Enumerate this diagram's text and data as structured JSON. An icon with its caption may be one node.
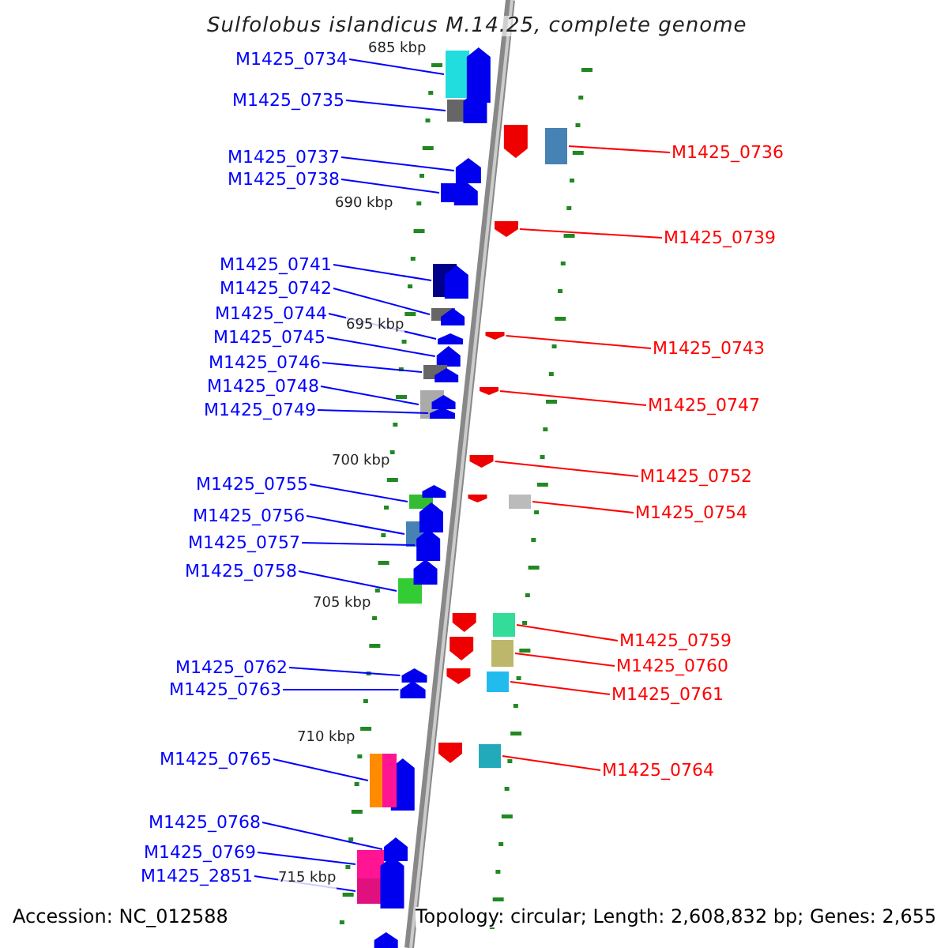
{
  "diagram": {
    "title": "Sulfolobus islandicus M.14.25, complete genome",
    "nodes": [
      {
        "text": [
          "M1425_0734"
        ]
      },
      {
        "text": [
          "M1425_0735"
        ]
      },
      {
        "text": [
          "M1425_0737"
        ]
      },
      {
        "text": [
          "M1425_0738"
        ]
      },
      {
        "text": [
          "M1425_0741"
        ]
      },
      {
        "text": [
          "M1425_0742"
        ]
      },
      {
        "text": [
          "M1425_0744"
        ]
      },
      {
        "text": [
          "M1425_0745"
        ]
      },
      {
        "text": [
          "M1425_0746"
        ]
      },
      {
        "text": [
          "M1425_0748"
        ]
      },
      {
        "text": [
          "M1425_0749"
        ]
      },
      {
        "text": [
          "M1425_0755"
        ]
      },
      {
        "text": [
          "M1425_0756"
        ]
      },
      {
        "text": [
          "M1425_0757"
        ]
      },
      {
        "text": [
          "M1425_0758"
        ]
      },
      {
        "text": [
          "M1425_0762"
        ]
      },
      {
        "text": [
          "M1425_0763"
        ]
      },
      {
        "text": [
          "M1425_0765"
        ]
      },
      {
        "text": [
          "M1425_0768"
        ]
      },
      {
        "text": [
          "M1425_0769"
        ]
      },
      {
        "text": [
          "M1425_2851"
        ]
      },
      {
        "text": [
          "M1425_0736"
        ]
      },
      {
        "text": [
          "M1425_0739"
        ]
      },
      {
        "text": [
          "M1425_0743"
        ]
      },
      {
        "text": [
          "M1425_0747"
        ]
      },
      {
        "text": [
          "M1425_0752"
        ]
      },
      {
        "text": [
          "M1425_0754"
        ]
      },
      {
        "text": [
          "M1425_0759"
        ]
      },
      {
        "text": [
          "M1425_0760"
        ]
      },
      {
        "text": [
          "M1425_0761"
        ]
      },
      {
        "text": [
          "M1425_0764"
        ]
      },
      {
        "text": [],
        "shape": "box"
      },
      {
        "text": [],
        "shape": "box"
      },
      {
        "text": [],
        "shape": "pentagon"
      },
      {
        "text": [],
        "shape": "box"
      },
      {
        "text": [],
        "shape": "box"
      },
      {
        "text": [],
        "shape": "box"
      },
      {
        "text": [],
        "shape": "pentagon"
      },
      {
        "text": [],
        "shape": "pentagon"
      },
      {
        "text": [],
        "shape": "box"
      },
      {
        "text": [],
        "shape": "box"
      },
      {
        "text": [],
        "shape": "pentagon"
      },
      {
        "text": [],
        "shape": "box"
      },
      {
        "text": [],
        "shape": "box"
      },
      {
        "text": [],
        "shape": "pentagon"
      },
      {
        "text": [],
        "shape": "box"
      },
      {
        "text": [],
        "shape": "pentagon"
      },
      {
        "text": [],
        "shape": "pentagon"
      },
      {
        "text": [],
        "shape": "box"
      },
      {
        "text": [],
        "shape": "pentagon"
      },
      {
        "text": [],
        "shape": "box"
      },
      {
        "text": [],
        "shape": "box"
      },
      {
        "text": [],
        "shape": "box"
      },
      {
        "text": [],
        "shape": "pentagon"
      },
      {
        "text": [],
        "shape": "pentagon"
      },
      {
        "text": [],
        "shape": "pentagon"
      },
      {
        "text": [],
        "shape": "pentagon"
      },
      {
        "text": [],
        "shape": "box"
      },
      {
        "text": [],
        "shape": "box"
      },
      {
        "text": [],
        "shape": "box"
      },
      {
        "text": [],
        "shape": "box"
      },
      {
        "text": [],
        "shape": "box"
      },
      {
        "text": [],
        "shape": "pentagon"
      },
      {
        "text": [],
        "shape": "pentagon"
      },
      {
        "text": [],
        "shape": "pentagon"
      },
      {
        "text": [],
        "shape": "pentagon"
      },
      {
        "text": [],
        "shape": "pentagon"
      },
      {
        "text": [],
        "shape": "pentagon"
      },
      {
        "text": [],
        "shape": "pentagon"
      },
      {
        "text": [],
        "shape": "pentagon"
      },
      {
        "text": [],
        "shape": "pentagon"
      },
      {
        "text": [],
        "shape": "pentagon"
      },
      {
        "text": [],
        "shape": "pentagon"
      },
      {
        "text": [],
        "shape": "pentagon"
      },
      {
        "text": [],
        "shape": "pentagon"
      },
      {
        "text": [],
        "shape": "pentagon"
      },
      {
        "text": [],
        "shape": "pentagon"
      },
      {
        "text": [],
        "shape": "pentagon"
      },
      {
        "text": [],
        "shape": "pentagon"
      },
      {
        "text": [],
        "shape": "pentagon"
      },
      {
        "text": [],
        "shape": "pentagon"
      },
      {
        "text": [],
        "shape": "box"
      }
    ],
    "edges": [
      {
        "from": 0,
        "to": 31,
        "arrow": "none"
      },
      {
        "from": 1,
        "to": 32,
        "arrow": "none"
      },
      {
        "from": 2,
        "to": 33,
        "arrow": "none"
      },
      {
        "from": 3,
        "to": 34,
        "arrow": "none"
      },
      {
        "from": 4,
        "to": 35,
        "arrow": "none"
      },
      {
        "from": 5,
        "to": 36,
        "arrow": "none"
      },
      {
        "from": 6,
        "to": 37,
        "arrow": "none"
      },
      {
        "from": 7,
        "to": 38,
        "arrow": "none"
      },
      {
        "from": 8,
        "to": 39,
        "arrow": "none"
      },
      {
        "from": 9,
        "to": 40,
        "arrow": "none"
      },
      {
        "from": 10,
        "to": 41,
        "arrow": "none"
      },
      {
        "from": 11,
        "to": 42,
        "arrow": "none"
      },
      {
        "from": 12,
        "to": 43,
        "arrow": "none"
      },
      {
        "from": 13,
        "to": 44,
        "arrow": "none"
      },
      {
        "from": 14,
        "to": 45,
        "arrow": "none"
      },
      {
        "from": 15,
        "to": 46,
        "arrow": "none"
      },
      {
        "from": 16,
        "to": 47,
        "arrow": "none"
      },
      {
        "from": 17,
        "to": 48,
        "arrow": "none"
      },
      {
        "from": 18,
        "to": 49,
        "arrow": "none"
      },
      {
        "from": 19,
        "to": 50,
        "arrow": "none"
      },
      {
        "from": 20,
        "to": 51,
        "arrow": "none"
      },
      {
        "from": 21,
        "to": 52,
        "arrow": "none",
        "color": "#ff0000"
      },
      {
        "from": 22,
        "to": 53,
        "arrow": "none",
        "color": "#ff0000"
      },
      {
        "from": 23,
        "to": 54,
        "arrow": "none",
        "color": "#ff0000"
      },
      {
        "from": 24,
        "to": 55,
        "arrow": "none",
        "color": "#ff0000"
      },
      {
        "from": 25,
        "to": 56,
        "arrow": "none",
        "color": "#ff0000"
      },
      {
        "from": 26,
        "to": 57,
        "arrow": "none",
        "color": "#ff0000"
      },
      {
        "from": 27,
        "to": 58,
        "arrow": "none",
        "color": "#ff0000"
      },
      {
        "from": 28,
        "to": 59,
        "arrow": "none",
        "color": "#ff0000"
      },
      {
        "from": 29,
        "to": 60,
        "arrow": "none",
        "color": "#ff0000"
      },
      {
        "from": 30,
        "to": 61,
        "arrow": "none",
        "color": "#ff0000"
      }
    ],
    "labels": [
      "685 kbp",
      "690 kbp",
      "695 kbp",
      "700 kbp",
      "705 kbp",
      "710 kbp",
      "715 kbp",
      "Accession: NC_012588",
      "Topology: circular; Length: 2,608,832 bp; Genes: 2,655"
    ]
  }
}
